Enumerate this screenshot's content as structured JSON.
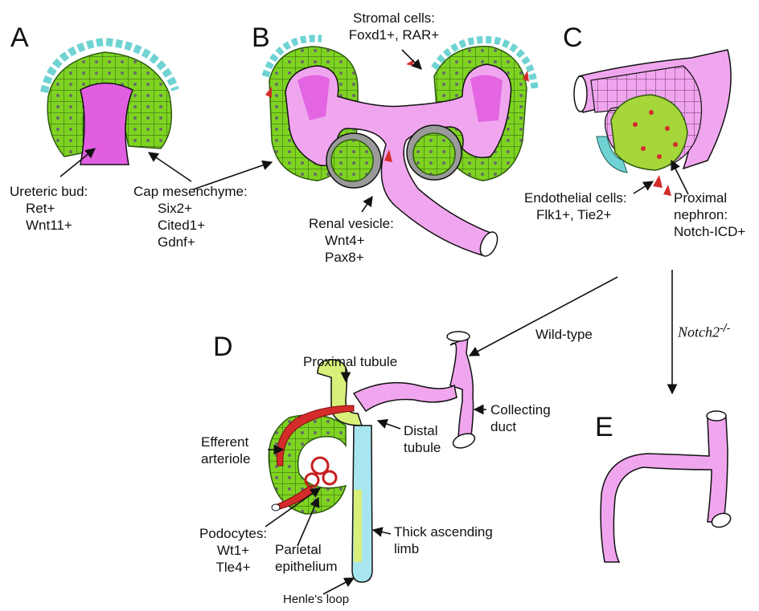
{
  "panels": {
    "a": "A",
    "b": "B",
    "c": "C",
    "d": "D",
    "e": "E"
  },
  "labels": {
    "stromal": [
      "Stromal cells:",
      "Foxd1+, RAR+"
    ],
    "ureteric": [
      "Ureteric bud:",
      "Ret+",
      "Wnt11+"
    ],
    "cap": [
      "Cap mesenchyme:",
      "Six2+",
      "Cited1+",
      "Gdnf+"
    ],
    "renal_vesicle": [
      "Renal vesicle:",
      "Wnt4+",
      "Pax8+"
    ],
    "endothelial": [
      "Endothelial cells:",
      "Flk1+, Tie2+"
    ],
    "proximal_nephron": [
      "Proximal",
      "nephron:",
      "Notch-ICD+"
    ],
    "proximal_tubule": "Proximal tubule",
    "wild_type": "Wild-type",
    "notch_gene": "Notch2",
    "notch_sup": "-/-",
    "collecting_duct": [
      "Collecting",
      "duct"
    ],
    "distal_tubule": [
      "Distal",
      "tubule"
    ],
    "efferent": [
      "Efferent",
      "arteriole"
    ],
    "podocytes": [
      "Podocytes:",
      "Wt1+",
      "Tle4+"
    ],
    "parietal": [
      "Parietal",
      "epithelium"
    ],
    "thick_limb": [
      "Thick ascending",
      "limb"
    ],
    "henle": "Henle's loop"
  },
  "colors": {
    "cap_green": "#7ed321",
    "bud_magenta": "#e15ee0",
    "tubule_pink": "#f0a6ee",
    "stromal_teal": "#6fd3d3",
    "endothelial_red": "#d42b2b",
    "proximal_lime": "#d8f07a",
    "distal_blue": "#a8e6ef",
    "ink": "#111111"
  }
}
